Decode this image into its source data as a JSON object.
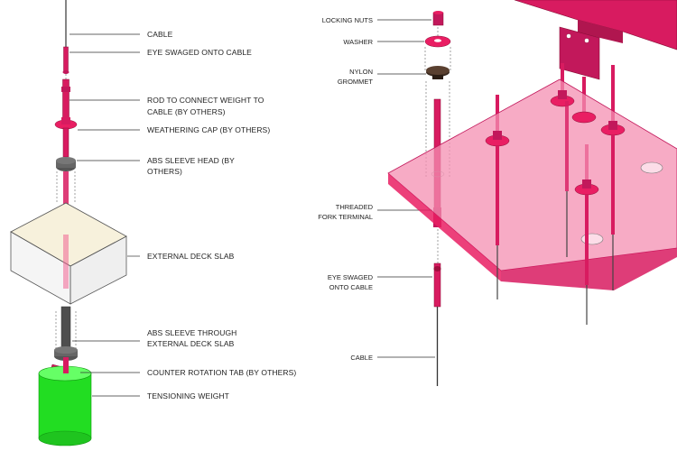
{
  "left_labels": {
    "cable": "CABLE",
    "eye_swaged": "EYE SWAGED ONTO CABLE",
    "rod_line1": "ROD TO CONNECT WEIGHT TO",
    "rod_line2": "CABLE (BY OTHERS)",
    "weathering_cap": "WEATHERING CAP (BY OTHERS)",
    "abs_head_line1": "ABS SLEEVE HEAD (BY",
    "abs_head_line2": "OTHERS)",
    "deck_slab": "EXTERNAL DECK SLAB",
    "abs_through_line1": "ABS SLEEVE THROUGH",
    "abs_through_line2": "EXTERNAL DECK SLAB",
    "counter_tab": "COUNTER ROTATION TAB (BY OTHERS)",
    "tensioning_weight": "TENSIONING WEIGHT"
  },
  "right_labels": {
    "locking_nuts": "LOCKING NUTS",
    "washer": "WASHER",
    "nylon_line1": "NYLON",
    "nylon_line2": "GROMMET",
    "threaded_line1": "THREADED",
    "threaded_line2": "FORK TERMINAL",
    "eye_line1": "EYE SWAGED",
    "eye_line2": "ONTO CABLE",
    "cable": "CABLE"
  },
  "colors": {
    "magenta": "#d81b60",
    "magenta_dark": "#a0103f",
    "deck_pink": "#f48fb1",
    "slab_top": "#f7f1dc",
    "weight_green": "#22dd22",
    "sleeve_grey": "#555555"
  }
}
